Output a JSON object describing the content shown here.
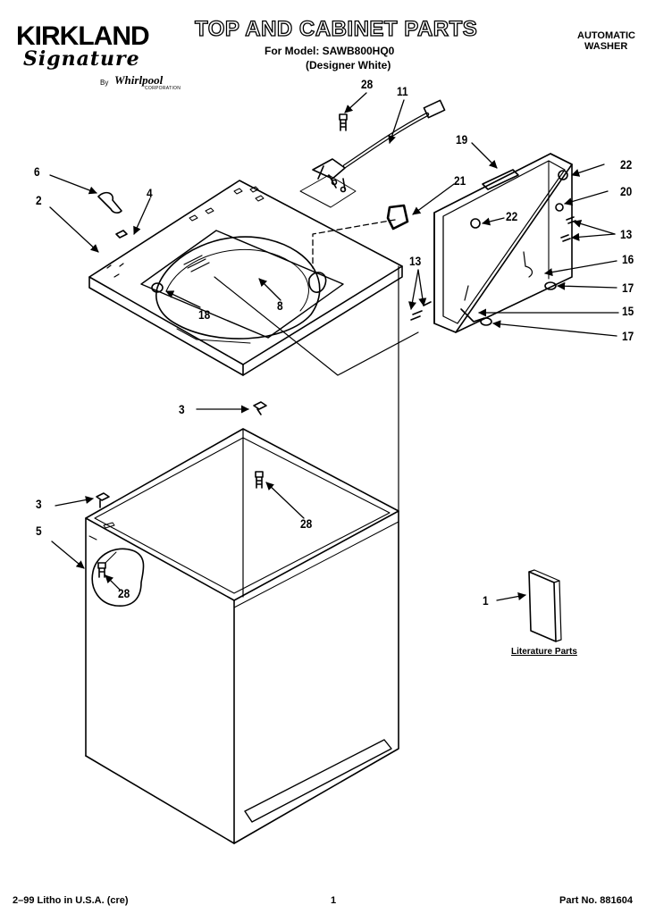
{
  "brand": {
    "name": "KIRKLAND",
    "signature": "Signature",
    "by": "By",
    "maker": "Whirlpool",
    "maker_sub": "CORPORATION"
  },
  "header": {
    "title": "TOP AND CABINET PARTS",
    "model_line": "For Model: SAWB800HQ0",
    "variant_line": "(Designer White)",
    "product_line1": "AUTOMATIC",
    "product_line2": "WASHER"
  },
  "callouts": {
    "c28_top": "28",
    "c11": "11",
    "c19": "19",
    "c22_right": "22",
    "c6": "6",
    "c4": "4",
    "c2": "2",
    "c21": "21",
    "c20": "20",
    "c22_inner": "22",
    "c13_right": "13",
    "c16": "16",
    "c13_left": "13",
    "c17_upper": "17",
    "c15": "15",
    "c17_lower": "17",
    "c8": "8",
    "c18": "18",
    "c3_upper": "3",
    "c28_mid": "28",
    "c3_lower": "3",
    "c5": "5",
    "c28_panel": "28",
    "c1": "1"
  },
  "literature_label": "Literature Parts",
  "footer": {
    "left": "2–99 Litho in U.S.A. (cre)",
    "center": "1",
    "right": "Part No. 881604"
  }
}
